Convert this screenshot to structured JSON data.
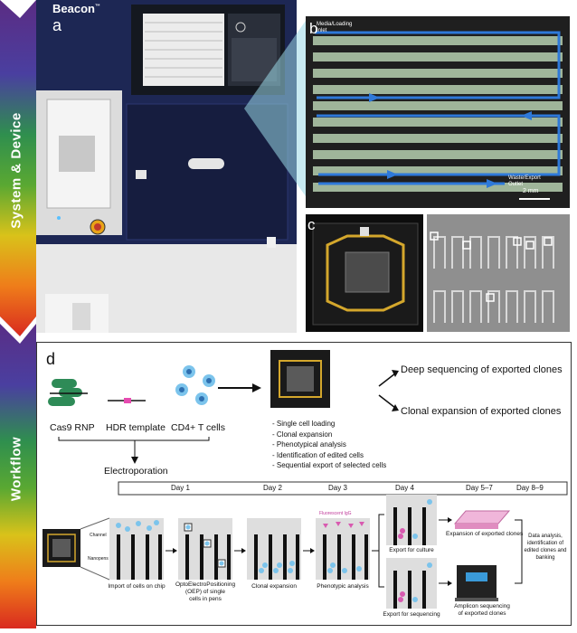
{
  "rail": {
    "top_label": "System & Device",
    "bottom_label": "Workflow"
  },
  "panel_a": {
    "letter": "a",
    "brand": "Beacon",
    "trademark": "™"
  },
  "panel_b": {
    "letter": "b",
    "inlet": "Media/Loading\nInlet",
    "outlet": "Waste/Export\nOutlet",
    "scale": "2 mm"
  },
  "panel_c": {
    "letter": "c"
  },
  "panel_d": {
    "letter": "d",
    "inputs": {
      "cas9": "Cas9 RNP",
      "hdr": "HDR template",
      "tcells": "CD4+ T cells"
    },
    "electroporation": "Electroporation",
    "steps": [
      "- Single cell loading",
      "- Clonal expansion",
      "- Phenotypical analysis",
      "- Identification of edited cells",
      "- Sequential export of selected cells"
    ],
    "outcomes": {
      "deep": "Deep sequencing of exported clones",
      "clonal": "Clonal expansion of exported clones"
    },
    "days": [
      "Day 1",
      "Day 2",
      "Day 3",
      "Day 4",
      "Day 5–7",
      "Day 8–9"
    ],
    "channel_label": "Channel",
    "nanopens_label": "Nanopens",
    "fluorescent": "Fluorescent IgG",
    "captions": {
      "import": "Import of cells on chip",
      "oep": "OptoElectroPositioning\n(OEP) of single\ncells in pens",
      "clonal": "Clonal expansion",
      "phenotypic": "Phenotypic analysis",
      "export_culture": "Export for culture",
      "export_seq": "Export for sequencing",
      "expansion": "Expansion of exported clones",
      "amplicon": "Amplicon sequencing\nof exported clones",
      "analysis": "Data analysis,\nidentification of\nedited clones and\nbanking"
    }
  }
}
